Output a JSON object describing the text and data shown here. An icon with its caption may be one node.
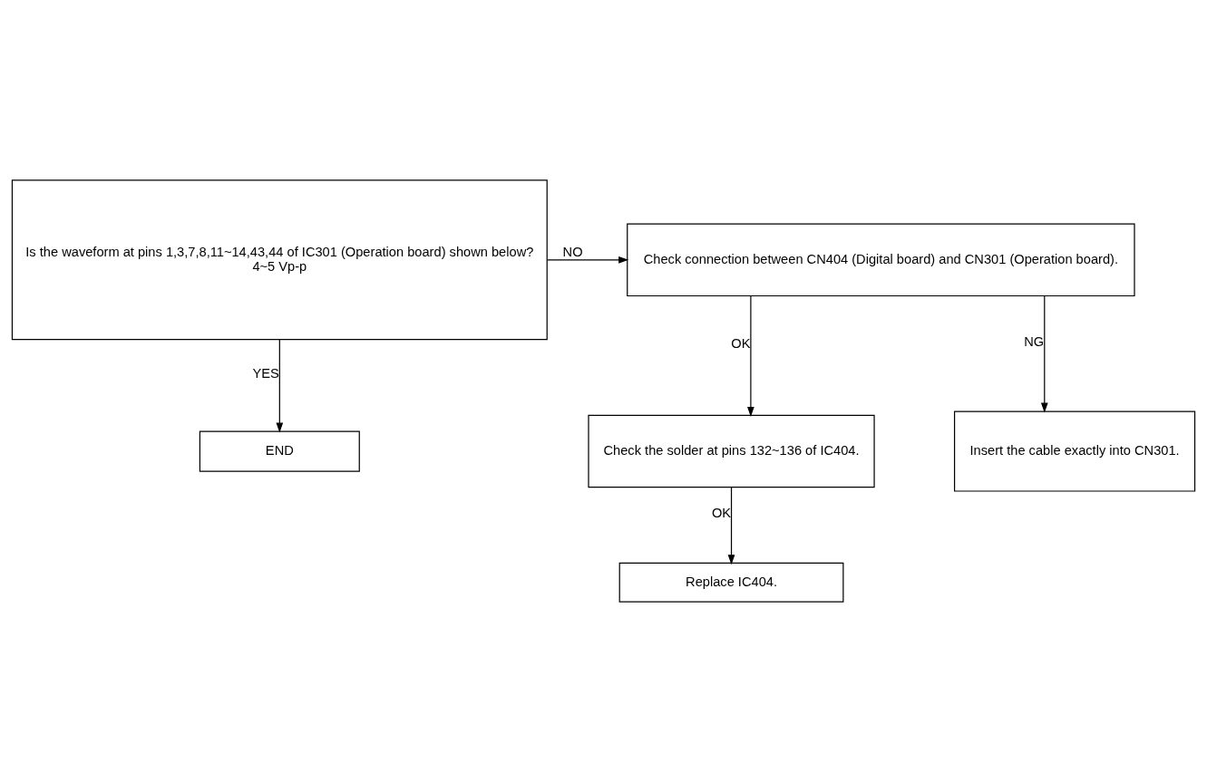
{
  "diagram": {
    "nodes": [
      {
        "text": [
          "Is the waveform at pins 1,3,7,8,11~14,43,44 of IC301 (Operation board) shown below?",
          "4~5 Vp-p"
        ]
      },
      {
        "text": [
          "Check connection between CN404 (Digital board) and CN301 (Operation board)."
        ]
      },
      {
        "text": [
          "END"
        ]
      },
      {
        "text": [
          "Check the solder at pins 132~136 of IC404."
        ]
      },
      {
        "text": [
          "Insert the cable exactly into CN301."
        ]
      },
      {
        "text": [
          "Replace IC404."
        ]
      }
    ],
    "edges": [
      {
        "from": 0,
        "to": 1,
        "arrow": "to",
        "label": "NO"
      },
      {
        "from": 0,
        "to": 2,
        "arrow": "to",
        "label": "YES"
      },
      {
        "from": 1,
        "to": 3,
        "arrow": "to",
        "label": "OK"
      },
      {
        "from": 1,
        "to": 4,
        "arrow": "to",
        "label": "NG"
      },
      {
        "from": 3,
        "to": 5,
        "arrow": "to",
        "label": "OK"
      }
    ]
  }
}
